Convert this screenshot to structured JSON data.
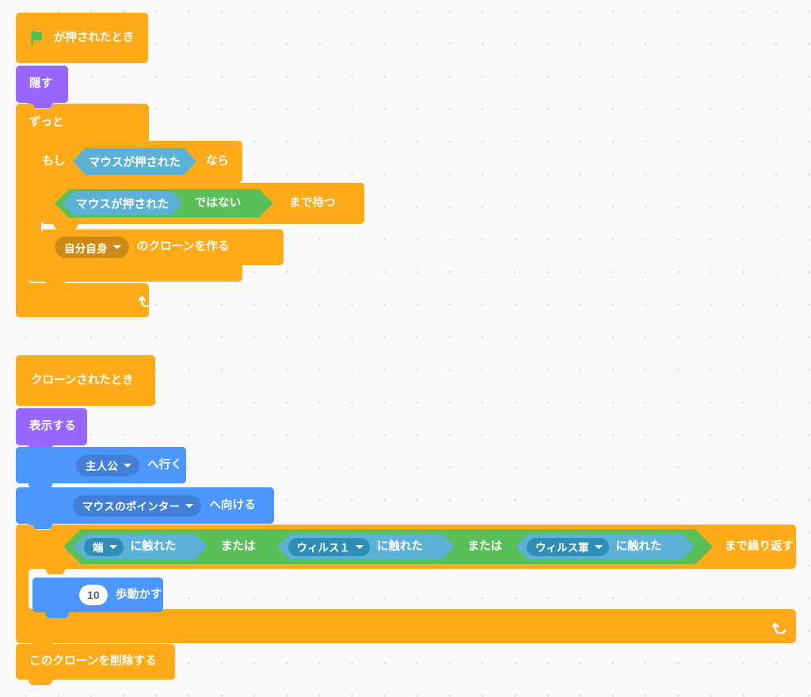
{
  "workspace": {
    "name": "scratch-code-workspace",
    "background_color": "#f9f9f9",
    "grid_dot_color": "#d9d9d9"
  },
  "palette": {
    "events": "#FFAB19",
    "control": "#FFAB19",
    "control_dropdown": "#CF8B17",
    "looks": "#9966FF",
    "motion": "#4C97FF",
    "motion_dropdown": "#4280D7",
    "sensing": "#5CB1D6",
    "sensing_dropdown": "#2E8EB8",
    "operators": "#59C059",
    "input_text": "#575E75",
    "flag_green": "#4CBF56"
  },
  "scripts": [
    {
      "id": "script-green-flag",
      "blocks": {
        "hat": {
          "icon": "green-flag-icon",
          "label": "が押されたとき"
        },
        "hide": {
          "label": "隠す"
        },
        "forever": {
          "label": "ずっと",
          "loop_icon": "loop-arrow-icon"
        },
        "if_then": {
          "label_pre": "もし",
          "label_post": "なら",
          "condition": {
            "label": "マウスが押された"
          }
        },
        "wait_until": {
          "label_post": "まで待つ",
          "not_operator": {
            "label": "ではない",
            "inner": {
              "label": "マウスが押された"
            }
          }
        },
        "create_clone": {
          "dropdown_value": "自分自身",
          "label_post": "のクローンを作る"
        }
      }
    },
    {
      "id": "script-when-i-start-as-clone",
      "blocks": {
        "hat": {
          "label": "クローンされたとき"
        },
        "show": {
          "label": "表示する"
        },
        "goto": {
          "dropdown_value": "主人公",
          "label_post": "へ行く"
        },
        "point_towards": {
          "dropdown_value": "マウスのポインター",
          "label_post": "へ向ける"
        },
        "repeat_until": {
          "label_post": "まで繰り返す",
          "loop_icon": "loop-arrow-icon",
          "condition": {
            "or_outer_label": "または",
            "or_inner_label": "または",
            "touching_edge": {
              "dropdown_value": "端",
              "label_post": "に触れた"
            },
            "touching_virus1": {
              "dropdown_value": "ウィルス１",
              "label_post": "に触れた"
            },
            "touching_virus_army": {
              "dropdown_value": "ウィルス軍",
              "label_post": "に触れた"
            }
          },
          "body": {
            "move_steps": {
              "value": "10",
              "label_post": "歩動かす"
            }
          }
        },
        "delete_clone": {
          "label": "このクローンを削除する"
        }
      }
    }
  ]
}
